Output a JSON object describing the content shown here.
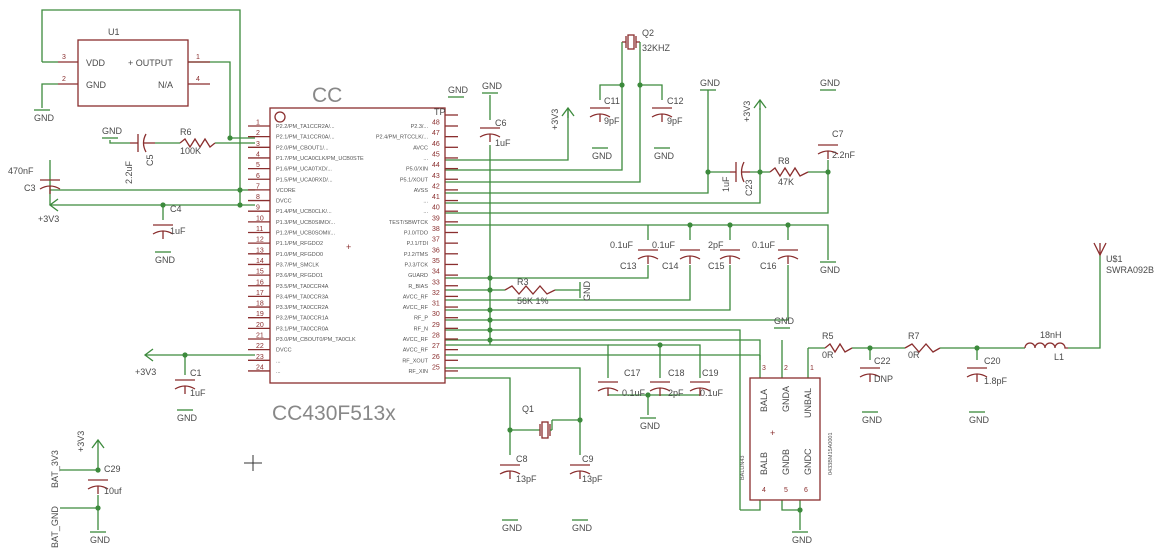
{
  "u1": {
    "name": "U1",
    "pin_vdd": "VDD",
    "pin_gnd": "GND",
    "pin_output": "+ OUTPUT",
    "pin_na": "N/A",
    "n1": "1",
    "n2": "2",
    "n3": "3",
    "n4": "4"
  },
  "chip": {
    "name": "CC",
    "part": "CC430F513x",
    "tp": "TP",
    "left_pins": [
      {
        "n": "1",
        "label": "P2.2/PM_TA1CCR2A/..."
      },
      {
        "n": "2",
        "label": "P2.1/PM_TA1CCR0A/..."
      },
      {
        "n": "3",
        "label": "P2.0/PM_CBOUT1/..."
      },
      {
        "n": "4",
        "label": "P1.7/PM_UCA0CLK/PM_UCB0STE"
      },
      {
        "n": "5",
        "label": "P1.6/PM_UCA0TXD/..."
      },
      {
        "n": "6",
        "label": "P1.5/PM_UCA0RXD/..."
      },
      {
        "n": "7",
        "label": "VCORE"
      },
      {
        "n": "8",
        "label": "DVCC"
      },
      {
        "n": "9",
        "label": "P1.4/PM_UCB0CLK/..."
      },
      {
        "n": "10",
        "label": "P1.3/PM_UCB0SIMO/..."
      },
      {
        "n": "11",
        "label": "P1.2/PM_UCB0SOMI/..."
      },
      {
        "n": "12",
        "label": "P1.1/PM_RFGDO2"
      },
      {
        "n": "13",
        "label": "P1.0/PM_RFGDO0"
      },
      {
        "n": "14",
        "label": "P3.7/PM_SMCLK"
      },
      {
        "n": "15",
        "label": "P3.6/PM_RFGDO1"
      },
      {
        "n": "16",
        "label": "P3.5/PM_TA0CCR4A"
      },
      {
        "n": "17",
        "label": "P3.4/PM_TA0CCR3A"
      },
      {
        "n": "18",
        "label": "P3.3/PM_TA0CCR2A"
      },
      {
        "n": "19",
        "label": "P3.2/PM_TA0CCR1A"
      },
      {
        "n": "20",
        "label": "P3.1/PM_TA0CCR0A"
      },
      {
        "n": "21",
        "label": "P3.0/PM_CBOUT0/PM_TA0CLK"
      },
      {
        "n": "22",
        "label": "DVCC"
      },
      {
        "n": "23",
        "label": "..."
      },
      {
        "n": "24",
        "label": "..."
      }
    ],
    "right_pins": [
      {
        "n": "48",
        "label": "P2.3/..."
      },
      {
        "n": "47",
        "label": "P2.4/PM_RTCCLK/..."
      },
      {
        "n": "46",
        "label": "AVCC"
      },
      {
        "n": "45",
        "label": "..."
      },
      {
        "n": "44",
        "label": "P5.0/XIN"
      },
      {
        "n": "43",
        "label": "P5.1/XOUT"
      },
      {
        "n": "42",
        "label": "AVSS"
      },
      {
        "n": "41",
        "label": "..."
      },
      {
        "n": "40",
        "label": "..."
      },
      {
        "n": "39",
        "label": "TEST/SBWTCK"
      },
      {
        "n": "38",
        "label": "PJ.0/TDO"
      },
      {
        "n": "37",
        "label": "PJ.1/TDI"
      },
      {
        "n": "36",
        "label": "PJ.2/TMS"
      },
      {
        "n": "35",
        "label": "PJ.3/TCK"
      },
      {
        "n": "34",
        "label": "GUARD"
      },
      {
        "n": "33",
        "label": "R_BIAS"
      },
      {
        "n": "32",
        "label": "AVCC_RF"
      },
      {
        "n": "31",
        "label": "AVCC_RF"
      },
      {
        "n": "30",
        "label": "RF_P"
      },
      {
        "n": "29",
        "label": "RF_N"
      },
      {
        "n": "28",
        "label": "AVCC_RF"
      },
      {
        "n": "27",
        "label": "AVCC_RF"
      },
      {
        "n": "26",
        "label": "RF_XOUT"
      },
      {
        "n": "25",
        "label": "RF_XIN"
      }
    ]
  },
  "parts": {
    "r6": {
      "name": "R6",
      "value": "100K"
    },
    "r8": {
      "name": "R8",
      "value": "47K"
    },
    "r3": {
      "name": "R3",
      "value": "56K 1%"
    },
    "r5": {
      "name": "R5",
      "value": "0R"
    },
    "r7": {
      "name": "R7",
      "value": "0R"
    },
    "l1": {
      "name": "L1",
      "value": "18nH"
    },
    "c5": {
      "name": "C5",
      "value": "2.2uF"
    },
    "c23": {
      "name": "C23",
      "value": "1uF"
    },
    "q1": {
      "name": "Q1"
    },
    "q2": {
      "name": "Q2",
      "value": "32KHZ"
    },
    "u1ant": {
      "name": "U$1",
      "value": "SWRA092B"
    }
  },
  "caps": [
    {
      "id": "c3",
      "name": "C3",
      "value": "470nF"
    },
    {
      "id": "c4",
      "name": "C4",
      "value": "1uF"
    },
    {
      "id": "c1",
      "name": "C1",
      "value": "1uF"
    },
    {
      "id": "c6",
      "name": "C6",
      "value": "1uF"
    },
    {
      "id": "c11",
      "name": "C11",
      "value": "9pF"
    },
    {
      "id": "c12",
      "name": "C12",
      "value": "9pF"
    },
    {
      "id": "c7",
      "name": "C7",
      "value": "2.2nF"
    },
    {
      "id": "c13",
      "name": "C13",
      "value": "0.1uF"
    },
    {
      "id": "c14",
      "name": "C14",
      "value": "0.1uF"
    },
    {
      "id": "c15",
      "name": "C15",
      "value": "2pF"
    },
    {
      "id": "c16",
      "name": "C16",
      "value": "0.1uF"
    },
    {
      "id": "c17",
      "name": "C17",
      "value": "0.1uF"
    },
    {
      "id": "c18",
      "name": "C18",
      "value": "2pF"
    },
    {
      "id": "c19",
      "name": "C19",
      "value": "0.1uF"
    },
    {
      "id": "c8",
      "name": "C8",
      "value": "13pF"
    },
    {
      "id": "c9",
      "name": "C9",
      "value": "13pF"
    },
    {
      "id": "c22",
      "name": "C22",
      "value": "DNP"
    },
    {
      "id": "c20",
      "name": "C20",
      "value": "1.8pF"
    },
    {
      "id": "c29",
      "name": "C29",
      "value": "10uf"
    }
  ],
  "balun": {
    "name": "BALUN43",
    "part": "0433BM15A0001",
    "bala": "BALA",
    "gnda": "GNDA",
    "unbal": "UNBAL",
    "balb": "BALB",
    "gndb": "GNDB",
    "gndc": "GNDC",
    "n1": "1",
    "n2": "2",
    "n3": "3",
    "n4": "4",
    "n5": "5",
    "n6": "6"
  },
  "labels": {
    "gnd": "GND",
    "v33": "+3V3",
    "bat3v3": "BAT_3V3",
    "batgnd": "BAT_GND"
  }
}
